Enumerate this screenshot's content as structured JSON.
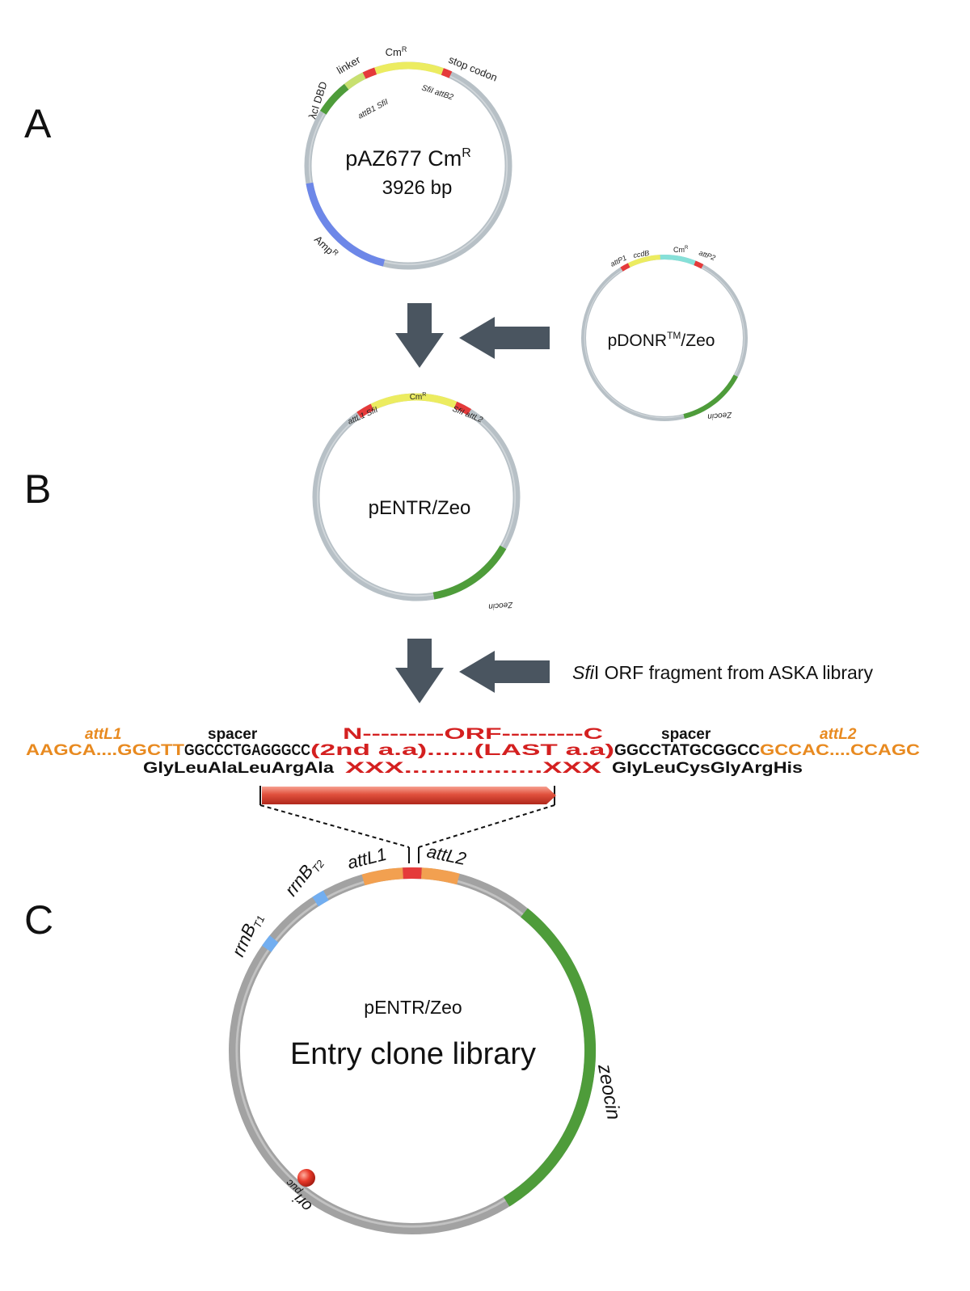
{
  "panel_labels": {
    "a": "A",
    "b": "B",
    "c": "C"
  },
  "colors": {
    "backbone_light": "#b7c0c6",
    "backbone_dark": "#a2a2a2",
    "yellow": "#ecec60",
    "red": "#e53a3a",
    "green": "#4e9c3a",
    "blue": "#6d87e8",
    "light_blue": "#72aef0",
    "cyan": "#86e0d8",
    "orange": "#f2a050",
    "arrow": "#4a5560",
    "seq_orange": "#e88a20",
    "seq_red": "#d42020",
    "seq_black": "#111111"
  },
  "plasmid_a": {
    "name": "pAZ677 Cm",
    "name_sup": "R",
    "size": "3926 bp",
    "labels": {
      "lambda_cl_dbd": "λcI DBD",
      "linker": "linker",
      "cm": "Cm",
      "cm_sup": "R",
      "stop_codon": "stop codon",
      "attb1": "attB1",
      "sfi_left": "SfiI",
      "sfi_right": "SfiI",
      "attb2": "attB2",
      "amp": "Amp",
      "amp_sup": "R"
    }
  },
  "plasmid_donor": {
    "name": "pDONR",
    "name_sup": "TM",
    "name_suffix": "/Zeo",
    "labels": {
      "attp1": "attP1",
      "ccdb": "ccdB",
      "cm": "Cm",
      "cm_sup": "R",
      "attp2": "attP2",
      "zeocin": "Zeocin"
    }
  },
  "plasmid_b": {
    "name": "pENTR/Zeo",
    "labels": {
      "attl1": "attL1",
      "sfi_left": "SfiI",
      "cm": "Cm",
      "cm_sup": "R",
      "sfi_right": "SfiI",
      "attl2": "attL2",
      "zeocin": "Zeocin"
    }
  },
  "orf_source": {
    "italic": "Sfi",
    "rest": "I ORF fragment from ASKA library"
  },
  "sequence": {
    "row1": {
      "attl1": "attL1",
      "spacer_left": "spacer",
      "orf": "N---------ORF---------C",
      "spacer_right": "spacer",
      "attl2": "attL2"
    },
    "row2": {
      "left_orange": "AAGCA....GGCTT",
      "left_black": "GGCCCTGAGGGCC",
      "middle_red": "(2nd a.a)......(LAST a.a)",
      "right_black": "GGCCTATGCGGCC",
      "right_orange": "GCCAC....CCAGC"
    },
    "row3": {
      "left_black": "GlyLeuAlaLeuArgAla",
      "middle_red": "XXX.................XXX",
      "right_black": "GlyLeuCysGlyArgHis"
    }
  },
  "plasmid_c": {
    "name": "pENTR/Zeo",
    "subtitle": "Entry clone library",
    "labels": {
      "attl1": "attL1",
      "attl2": "attL2",
      "rrnb": "rrnB",
      "t1": "T1",
      "t2": "T2",
      "zeocin": "zeocin",
      "ori": "ori",
      "puc": "puc"
    }
  }
}
